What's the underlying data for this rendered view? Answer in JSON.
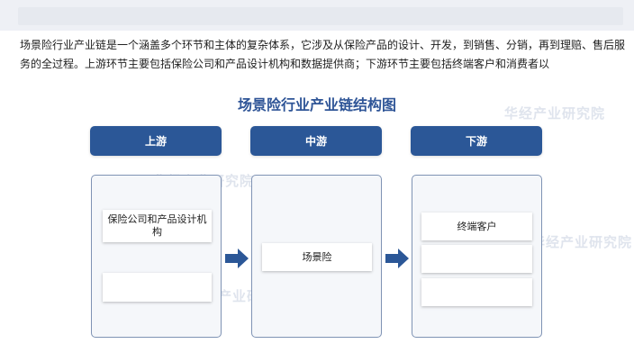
{
  "description": "场景险行业产业链是一个涵盖多个环节和主体的复杂体系，它涉及从保险产品的设计、开发，到销售、分销，再到理赔、售后服务的全过程。上游环节主要包括保险公司和产品设计机构和数据提供商；下游环节主要包括终端客户和消费者以",
  "diagram": {
    "title": "场景险行业产业链结构图",
    "columns": [
      {
        "header": "上游",
        "items": [
          "保险公司和产品设计机构",
          ""
        ]
      },
      {
        "header": "中游",
        "items": [
          "场景险"
        ]
      },
      {
        "header": "下游",
        "items": [
          "终端客户",
          "",
          ""
        ]
      }
    ]
  },
  "watermark": "华经产业研究院",
  "colors": {
    "header_bg": "#2b5797",
    "title": "#2f5597",
    "arrow": "#2b5797",
    "panel_border": "#7f93b4"
  }
}
